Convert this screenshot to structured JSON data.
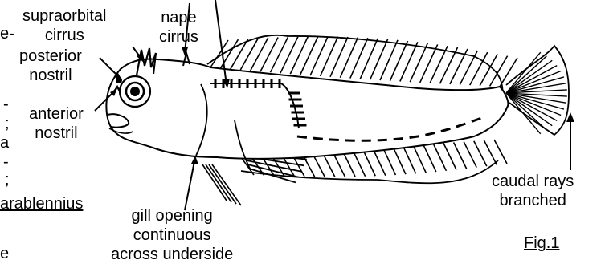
{
  "labels": {
    "supraorbital_cirrus": [
      "supraorbital",
      "cirrus"
    ],
    "nape_cirrus": [
      "nape",
      "cirrus"
    ],
    "posterior_nostril": [
      "posterior",
      "nostril"
    ],
    "anterior_nostril": [
      "anterior",
      "nostril"
    ],
    "gill_opening": [
      "gill opening",
      "continuous",
      "across underside"
    ],
    "caudal_rays": [
      "caudal rays",
      "branched"
    ],
    "figure_label": "Fig.1"
  },
  "left_margin_fragments": [
    "e-",
    "-",
    ";",
    "a",
    "-",
    ";",
    "e"
  ],
  "cut_text": "arablennius"
}
